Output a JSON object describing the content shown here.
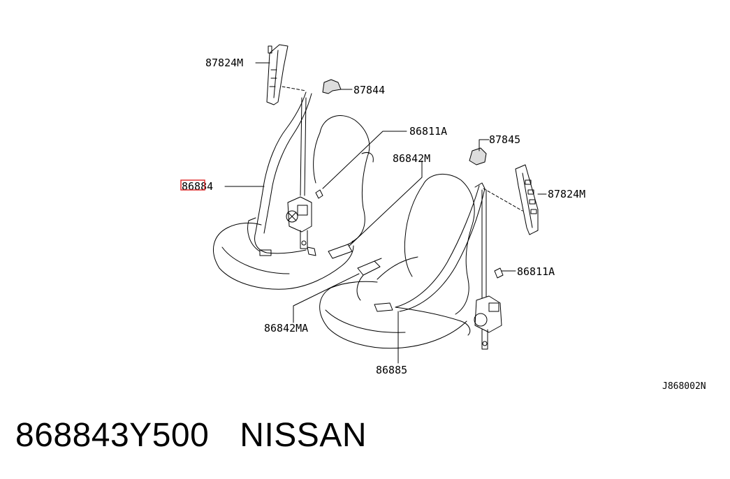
{
  "labels": {
    "l87824m_top": "87824M",
    "l87844": "87844",
    "l86811a_top": "86811A",
    "l87845": "87845",
    "l86842m": "86842M",
    "l86884": "86884",
    "l87824m_right": "87824M",
    "l86811a_right": "86811A",
    "l86842ma": "86842MA",
    "l86885": "86885"
  },
  "reference_code": "J868002N",
  "caption": {
    "part_number": "868843Y500",
    "brand": "NISSAN"
  },
  "highlight_color": "#e03030"
}
